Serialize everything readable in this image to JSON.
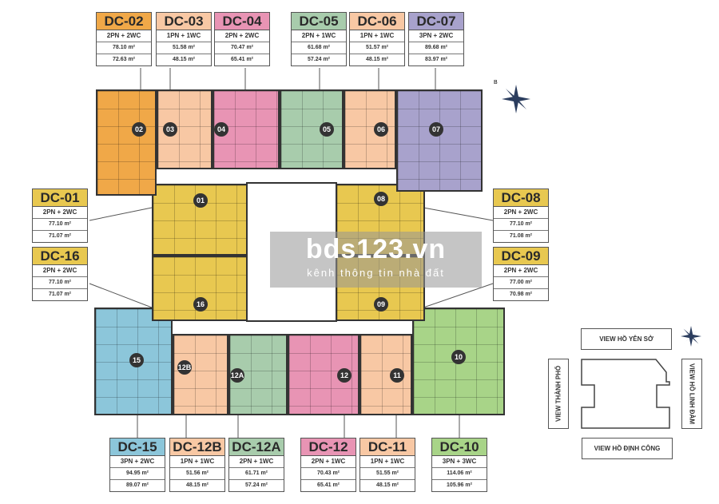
{
  "units": [
    {
      "id": "02",
      "code": "DC-02",
      "type": "2PN + 2WC",
      "area1": "78.10 m²",
      "area2": "72.63 m²",
      "color": "#f0a848"
    },
    {
      "id": "03",
      "code": "DC-03",
      "type": "1PN + 1WC",
      "area1": "51.58 m²",
      "area2": "48.15 m²",
      "color": "#f8c8a4"
    },
    {
      "id": "04",
      "code": "DC-04",
      "type": "2PN + 2WC",
      "area1": "70.47 m²",
      "area2": "65.41 m²",
      "color": "#e894b4"
    },
    {
      "id": "05",
      "code": "DC-05",
      "type": "2PN + 1WC",
      "area1": "61.68 m²",
      "area2": "57.24 m²",
      "color": "#a8ccac"
    },
    {
      "id": "06",
      "code": "DC-06",
      "type": "1PN + 1WC",
      "area1": "51.57 m²",
      "area2": "48.15 m²",
      "color": "#f8c8a4"
    },
    {
      "id": "07",
      "code": "DC-07",
      "type": "3PN + 2WC",
      "area1": "89.68 m²",
      "area2": "83.97 m²",
      "color": "#a8a2cc"
    },
    {
      "id": "01",
      "code": "DC-01",
      "type": "2PN + 2WC",
      "area1": "77.10 m²",
      "area2": "71.07 m²",
      "color": "#e8c850"
    },
    {
      "id": "16",
      "code": "DC-16",
      "type": "2PN + 2WC",
      "area1": "77.10 m²",
      "area2": "71.07 m²",
      "color": "#e8c850"
    },
    {
      "id": "08",
      "code": "DC-08",
      "type": "2PN + 2WC",
      "area1": "77.10 m²",
      "area2": "71.08 m²",
      "color": "#e8c850"
    },
    {
      "id": "09",
      "code": "DC-09",
      "type": "2PN + 2WC",
      "area1": "77.00 m²",
      "area2": "70.98 m²",
      "color": "#e8c850"
    },
    {
      "id": "15",
      "code": "DC-15",
      "type": "3PN + 2WC",
      "area1": "94.95 m²",
      "area2": "89.07 m²",
      "color": "#8cc6da"
    },
    {
      "id": "12B",
      "code": "DC-12B",
      "type": "1PN + 1WC",
      "area1": "51.56 m²",
      "area2": "48.15 m²",
      "color": "#f8c8a4"
    },
    {
      "id": "12A",
      "code": "DC-12A",
      "type": "2PN + 1WC",
      "area1": "61.71 m²",
      "area2": "57.24 m²",
      "color": "#a8ccac"
    },
    {
      "id": "12",
      "code": "DC-12",
      "type": "2PN + 1WC",
      "area1": "70.43 m²",
      "area2": "65.41 m²",
      "color": "#e894b4"
    },
    {
      "id": "11",
      "code": "DC-11",
      "type": "1PN + 1WC",
      "area1": "51.55 m²",
      "area2": "48.15 m²",
      "color": "#f8c8a4"
    },
    {
      "id": "10",
      "code": "DC-10",
      "type": "3PN + 3WC",
      "area1": "114.06 m²",
      "area2": "105.96 m²",
      "color": "#a8d488"
    }
  ],
  "views": {
    "top": "VIEW HỒ YÊN SỞ",
    "left": "VIEW THÀNH PHỐ",
    "right": "VIEW HỒ LINH ĐÀM",
    "bottom": "VIEW HỒ ĐỊNH CÔNG"
  },
  "compass_label": "B",
  "watermark": {
    "title": "bds123.vn",
    "subtitle": "kênh thông tin nhà đất"
  }
}
